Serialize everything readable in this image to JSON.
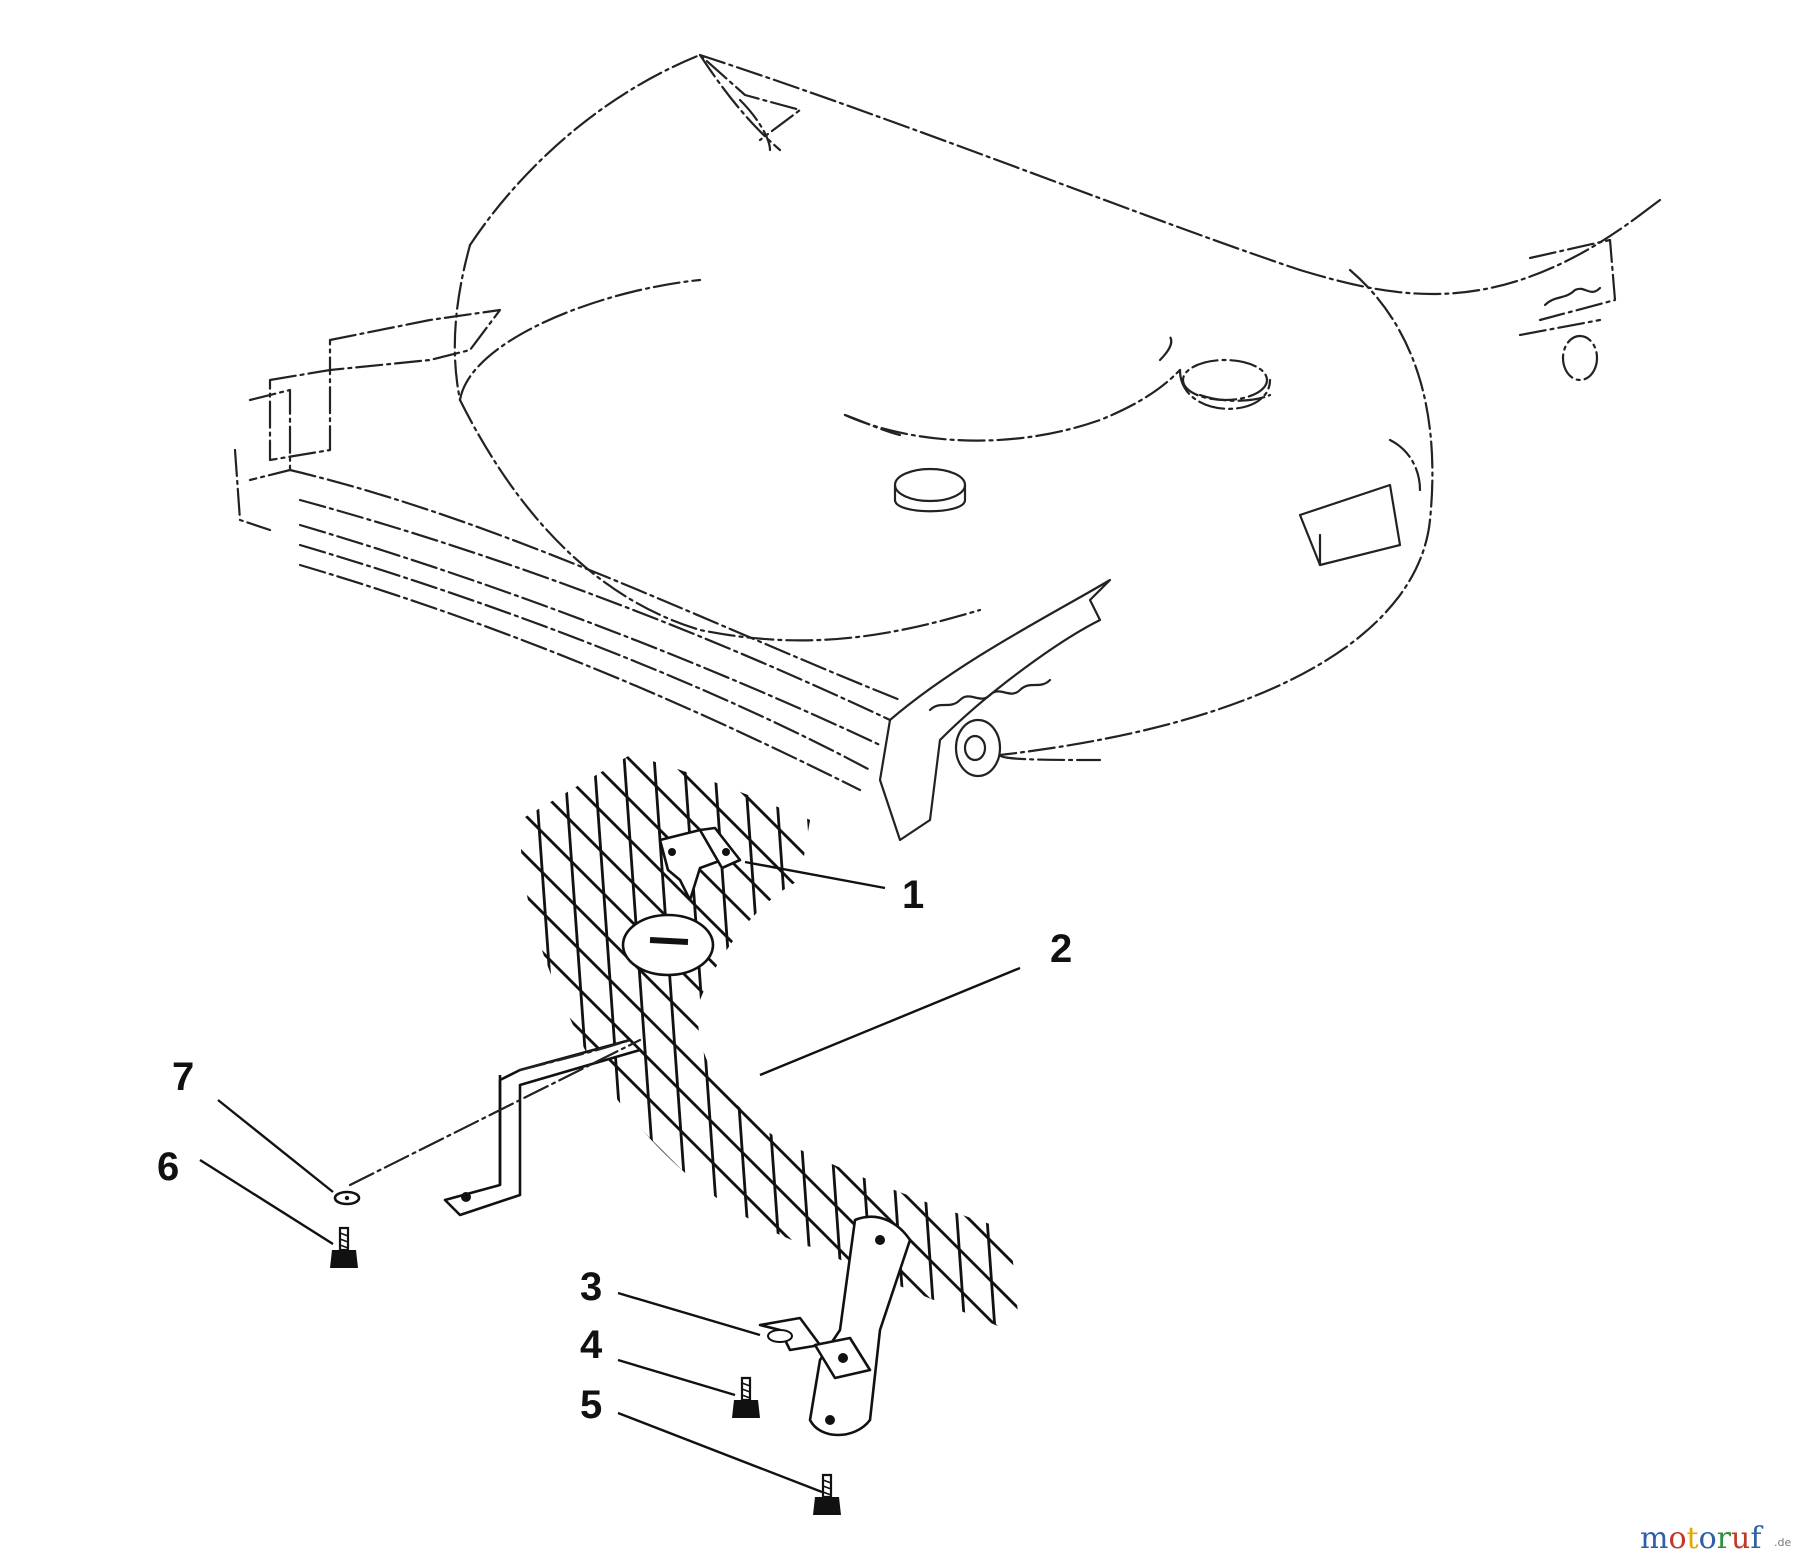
{
  "callouts": [
    {
      "id": "1",
      "label": "1"
    },
    {
      "id": "2",
      "label": "2"
    },
    {
      "id": "3",
      "label": "3"
    },
    {
      "id": "4",
      "label": "4"
    },
    {
      "id": "5",
      "label": "5"
    },
    {
      "id": "6",
      "label": "6"
    },
    {
      "id": "7",
      "label": "7"
    }
  ],
  "watermark": {
    "letters": [
      "m",
      "o",
      "t",
      "o",
      "r",
      "u",
      "f"
    ],
    "letter_colors": [
      "#2e5fa8",
      "#c0392b",
      "#e0a800",
      "#2e5fa8",
      "#2f8f3a",
      "#c0392b",
      "#2e5fa8"
    ],
    "suffix": ".de"
  }
}
